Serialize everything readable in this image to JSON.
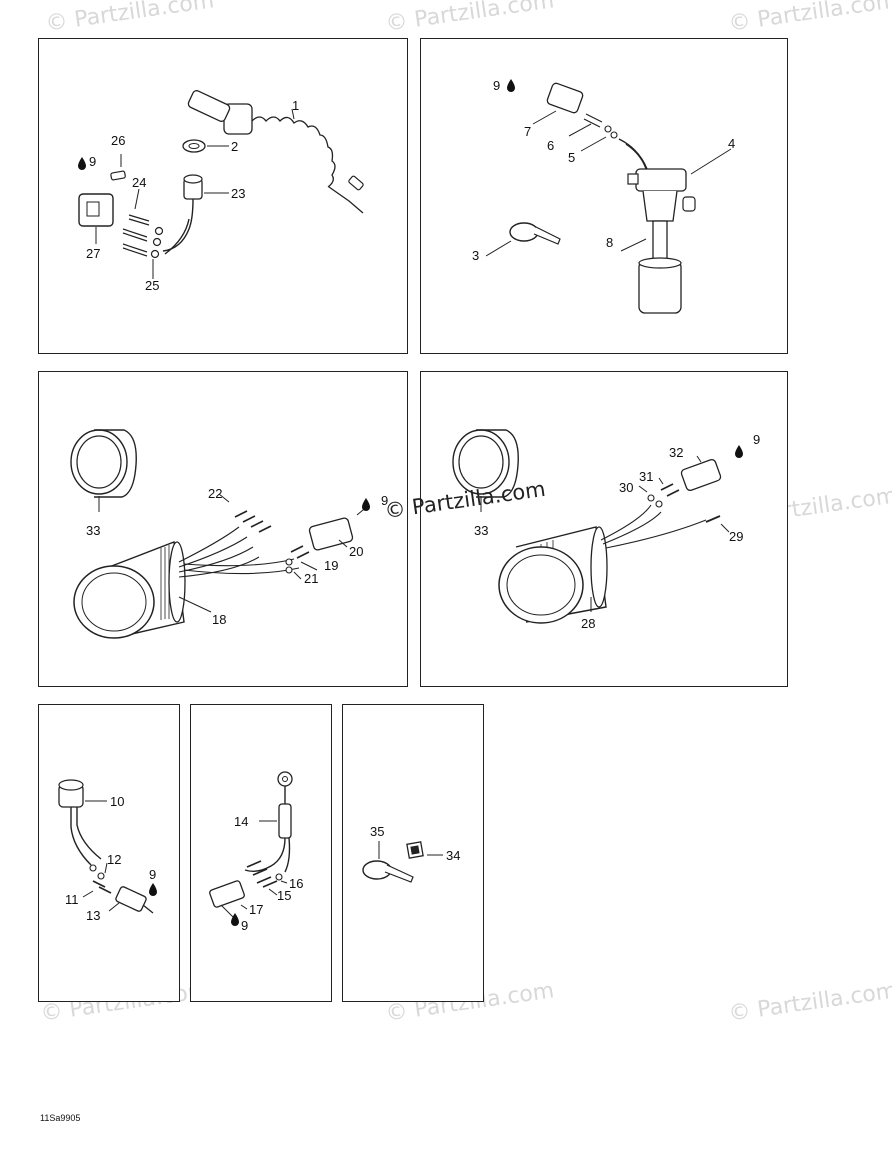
{
  "watermark": {
    "text": "© Partzilla.com",
    "center_text": "© Partzilla.com"
  },
  "figure_code": "11Sa9905",
  "panels": {
    "p1": {
      "labels": [
        "1",
        "2",
        "9",
        "23",
        "24",
        "25",
        "26",
        "27"
      ]
    },
    "p2": {
      "labels": [
        "3",
        "4",
        "5",
        "6",
        "7",
        "8",
        "9"
      ]
    },
    "p3": {
      "labels": [
        "9",
        "18",
        "19",
        "20",
        "21",
        "22",
        "33"
      ]
    },
    "p4": {
      "labels": [
        "9",
        "28",
        "29",
        "30",
        "31",
        "32",
        "33"
      ]
    },
    "p5": {
      "labels": [
        "9",
        "10",
        "11",
        "12",
        "13"
      ]
    },
    "p6": {
      "labels": [
        "9",
        "14",
        "15",
        "16",
        "17"
      ]
    },
    "p7": {
      "labels": [
        "34",
        "35"
      ]
    }
  }
}
